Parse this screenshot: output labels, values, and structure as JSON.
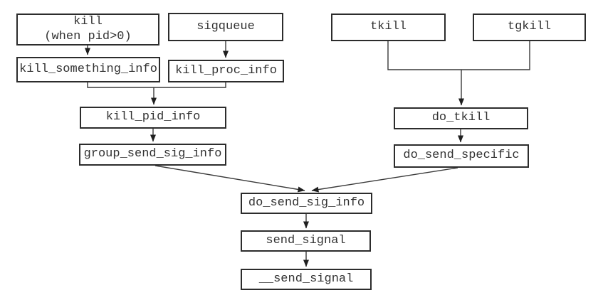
{
  "diagram": {
    "background": "#ffffff",
    "colors": {
      "box_border": "#2c2c2c",
      "connector": "#3a3a3a",
      "arrowhead": "#1f1f1f",
      "text": "#323232"
    },
    "nodes": {
      "kill": {
        "label": "kill",
        "sublabel": "(when pid>0)"
      },
      "sigqueue": {
        "label": "sigqueue"
      },
      "tkill": {
        "label": "tkill"
      },
      "tgkill": {
        "label": "tgkill"
      },
      "kill_something_info": {
        "label": "kill_something_info"
      },
      "kill_proc_info": {
        "label": "kill_proc_info"
      },
      "kill_pid_info": {
        "label": "kill_pid_info"
      },
      "do_tkill": {
        "label": "do_tkill"
      },
      "group_send_sig_info": {
        "label": "group_send_sig_info"
      },
      "do_send_specific": {
        "label": "do_send_specific"
      },
      "do_send_sig_info": {
        "label": "do_send_sig_info"
      },
      "send_signal": {
        "label": "send_signal"
      },
      "__send_signal": {
        "label": "__send_signal"
      }
    },
    "edges": [
      {
        "from": "kill",
        "to": "kill_something_info"
      },
      {
        "from": "sigqueue",
        "to": "kill_proc_info"
      },
      {
        "from": "kill_something_info",
        "to": "kill_pid_info"
      },
      {
        "from": "kill_proc_info",
        "to": "kill_pid_info"
      },
      {
        "from": "tkill",
        "to": "do_tkill"
      },
      {
        "from": "tgkill",
        "to": "do_tkill"
      },
      {
        "from": "kill_pid_info",
        "to": "group_send_sig_info"
      },
      {
        "from": "do_tkill",
        "to": "do_send_specific"
      },
      {
        "from": "group_send_sig_info",
        "to": "do_send_sig_info"
      },
      {
        "from": "do_send_specific",
        "to": "do_send_sig_info"
      },
      {
        "from": "do_send_sig_info",
        "to": "send_signal"
      },
      {
        "from": "send_signal",
        "to": "__send_signal"
      }
    ]
  }
}
